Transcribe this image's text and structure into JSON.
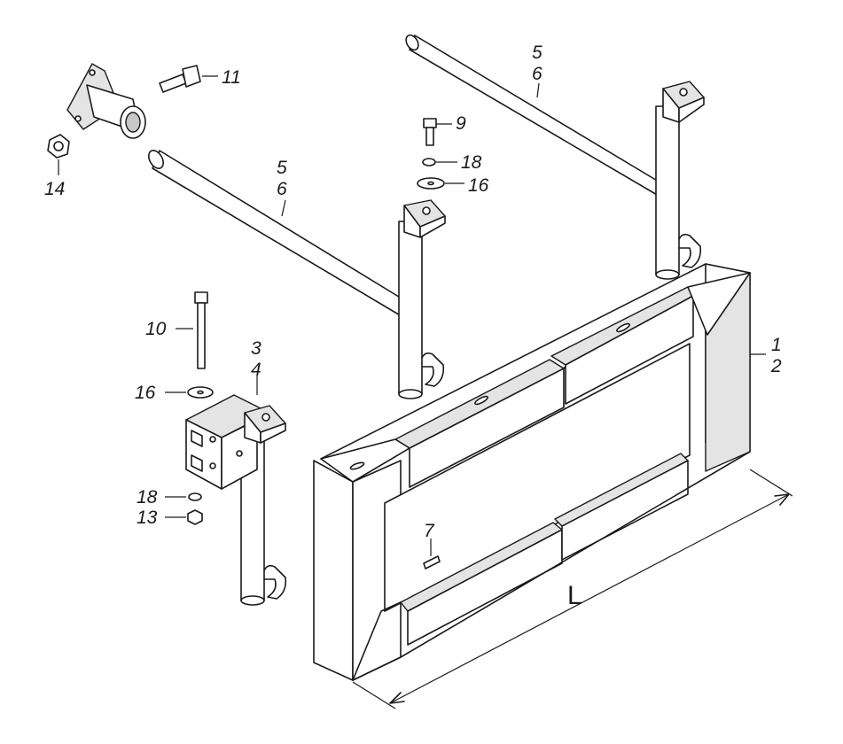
{
  "diagram": {
    "callouts": {
      "c1": "1",
      "c2": "2",
      "c3": "3",
      "c4": "4",
      "c5a": "5",
      "c6a": "6",
      "c5b": "5",
      "c6b": "6",
      "c7": "7",
      "c9": "9",
      "c10": "10",
      "c11": "11",
      "c13": "13",
      "c14": "14",
      "c16a": "16",
      "c16b": "16",
      "c18a": "18",
      "c18b": "18"
    },
    "dimension_label": "L",
    "line_color": "#1a1a1a",
    "fill_light": "#e4e4e4"
  }
}
